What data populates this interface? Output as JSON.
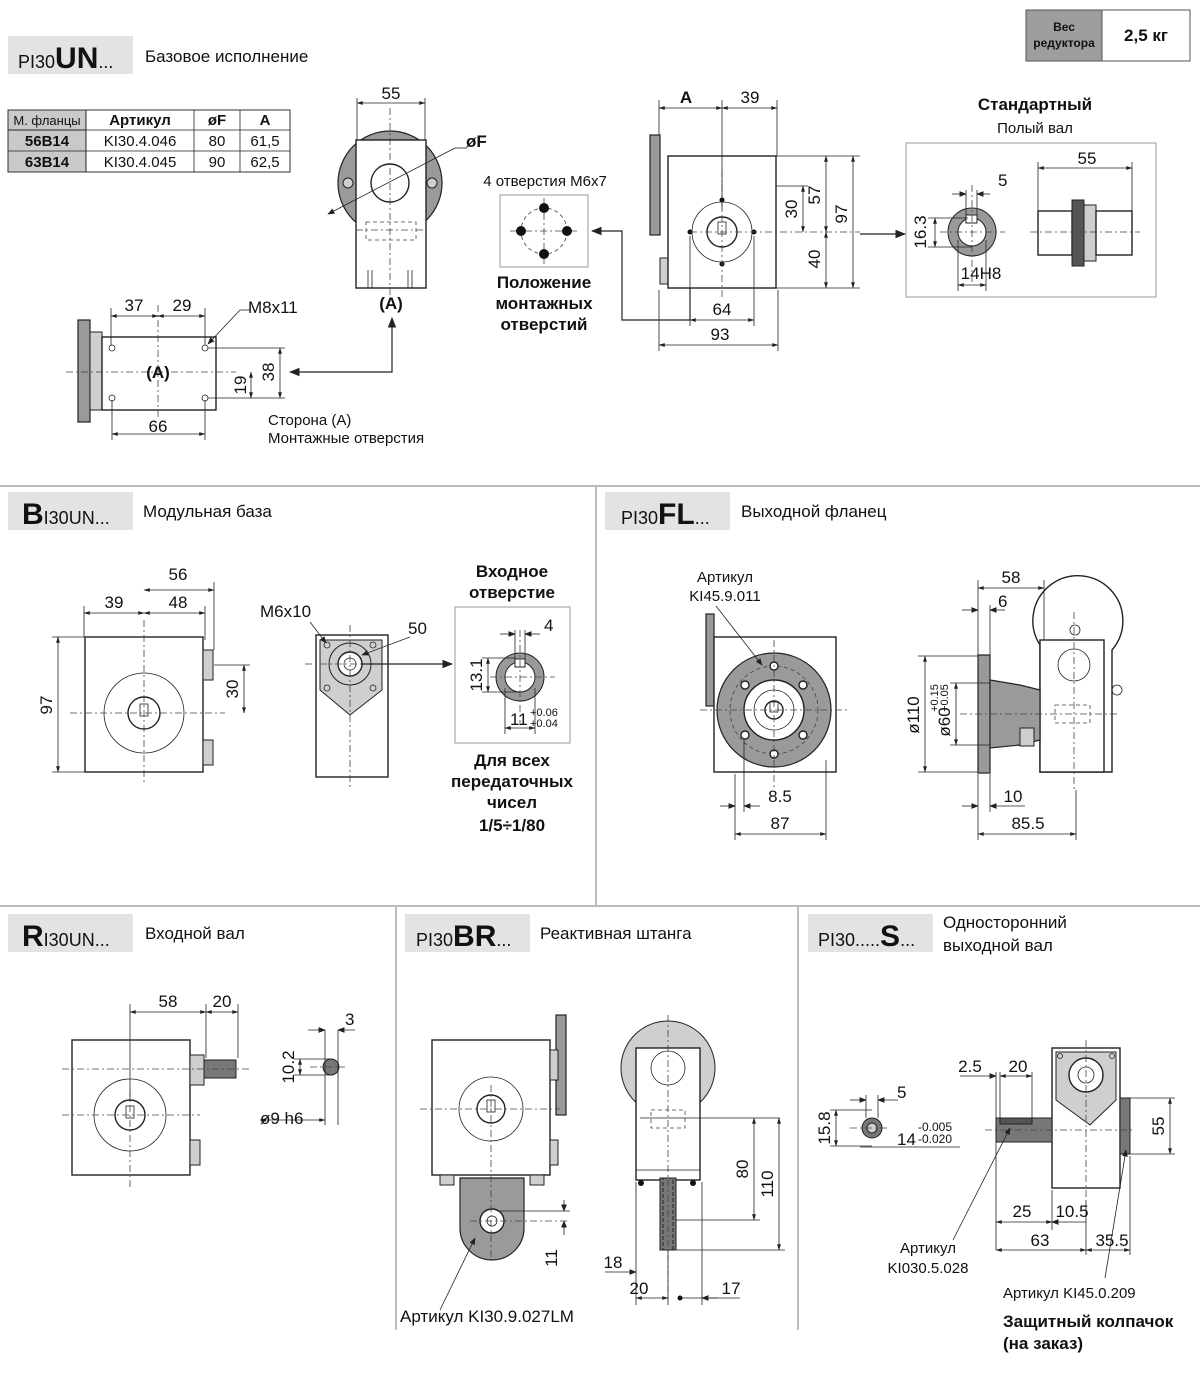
{
  "weight": {
    "label_1": "Вес",
    "label_2": "редуктора",
    "value": "2,5 кг"
  },
  "sections": {
    "un": {
      "code_prefix": "PI30",
      "code_big": "UN",
      "code_suffix": "...",
      "title": "Базовое исполнение"
    },
    "b": {
      "code_prefix": "",
      "code_big": "B",
      "code_suffix": "I30UN...",
      "title": "Модульная база"
    },
    "fl": {
      "code_prefix": "PI30",
      "code_big": "FL",
      "code_suffix": "...",
      "title": "Выходной фланец"
    },
    "r": {
      "code_prefix": "",
      "code_big": "R",
      "code_suffix": "I30UN...",
      "title": "Входной вал"
    },
    "br": {
      "code_prefix": "PI30",
      "code_big": "BR",
      "code_suffix": "...",
      "title": "Реактивная штанга"
    },
    "s": {
      "code_prefix": "PI30.....",
      "code_big": "S",
      "code_suffix": "...",
      "title_1": "Односторонний",
      "title_2": "выходной вал"
    }
  },
  "flange_table": {
    "headers": [
      "М. фланцы",
      "Артикул",
      "øF",
      "A"
    ],
    "rows": [
      [
        "56B14",
        "KI30.4.046",
        "80",
        "61,5"
      ],
      [
        "63B14",
        "KI30.4.045",
        "90",
        "62,5"
      ]
    ]
  },
  "un": {
    "d_55": "55",
    "d_F": "øF",
    "label_A": "(A)",
    "d_37": "37",
    "d_29": "29",
    "thread": "M8x11",
    "d_66": "66",
    "d_19": "19",
    "d_38": "38",
    "side_1": "Сторона (A)",
    "side_2": "Монтажные отверстия",
    "holes_label": "4 отверстия M6x7",
    "pos_1": "Положение",
    "pos_2": "монтажных",
    "pos_3": "отверстий",
    "d_A": "A",
    "d_39": "39",
    "d_30": "30",
    "d_57": "57",
    "d_97": "97",
    "d_40": "40",
    "d_64": "64",
    "d_93": "93",
    "std_title": "Стандартный",
    "std_sub": "Полый вал",
    "d_55b": "55",
    "d_5": "5",
    "d_163": "16.3",
    "d_14H8": "14H8"
  },
  "b": {
    "d_56": "56",
    "d_39": "39",
    "d_48": "48",
    "d_97": "97",
    "d_30": "30",
    "thread": "M6x10",
    "d_50": "50",
    "inlet_1": "Входное",
    "inlet_2": "отверстие",
    "d_4": "4",
    "d_131": "13.1",
    "d_11": "11",
    "tol_up": "+0.06",
    "tol_dn": "+0.04",
    "note_1": "Для всех",
    "note_2": "передаточных",
    "note_3": "чисел",
    "note_4": "1/5÷1/80"
  },
  "fl": {
    "art_1": "Артикул",
    "art_2": "KI45.9.011",
    "d_85": "8.5",
    "d_87": "87",
    "d_58": "58",
    "d_6": "6",
    "d_110": "ø110",
    "d_60": "ø60",
    "tol_up": "+0.15",
    "tol_dn": "+0.05",
    "d_10": "10",
    "d_855": "85.5"
  },
  "r": {
    "d_58": "58",
    "d_20": "20",
    "d_3": "3",
    "d_102": "10.2",
    "d_9h6": "ø9 h6"
  },
  "br": {
    "d_80": "80",
    "d_110": "110",
    "d_11": "11",
    "d_18": "18",
    "d_20": "20",
    "d_17": "17",
    "art": "Артикул KI30.9.027LM"
  },
  "s": {
    "d_5": "5",
    "d_158": "15.8",
    "d_14": "14",
    "tol_up": "-0.005",
    "tol_dn": "-0.020",
    "d_25": "2.5",
    "d_20": "20",
    "d_55": "55",
    "d_25b": "25",
    "d_105": "10.5",
    "d_63": "63",
    "d_355": "35.5",
    "art1_1": "Артикул",
    "art1_2": "KI030.5.028",
    "art2": "Артикул KI45.0.209",
    "cap_1": "Защитный колпачок",
    "cap_2": "(на заказ)"
  }
}
